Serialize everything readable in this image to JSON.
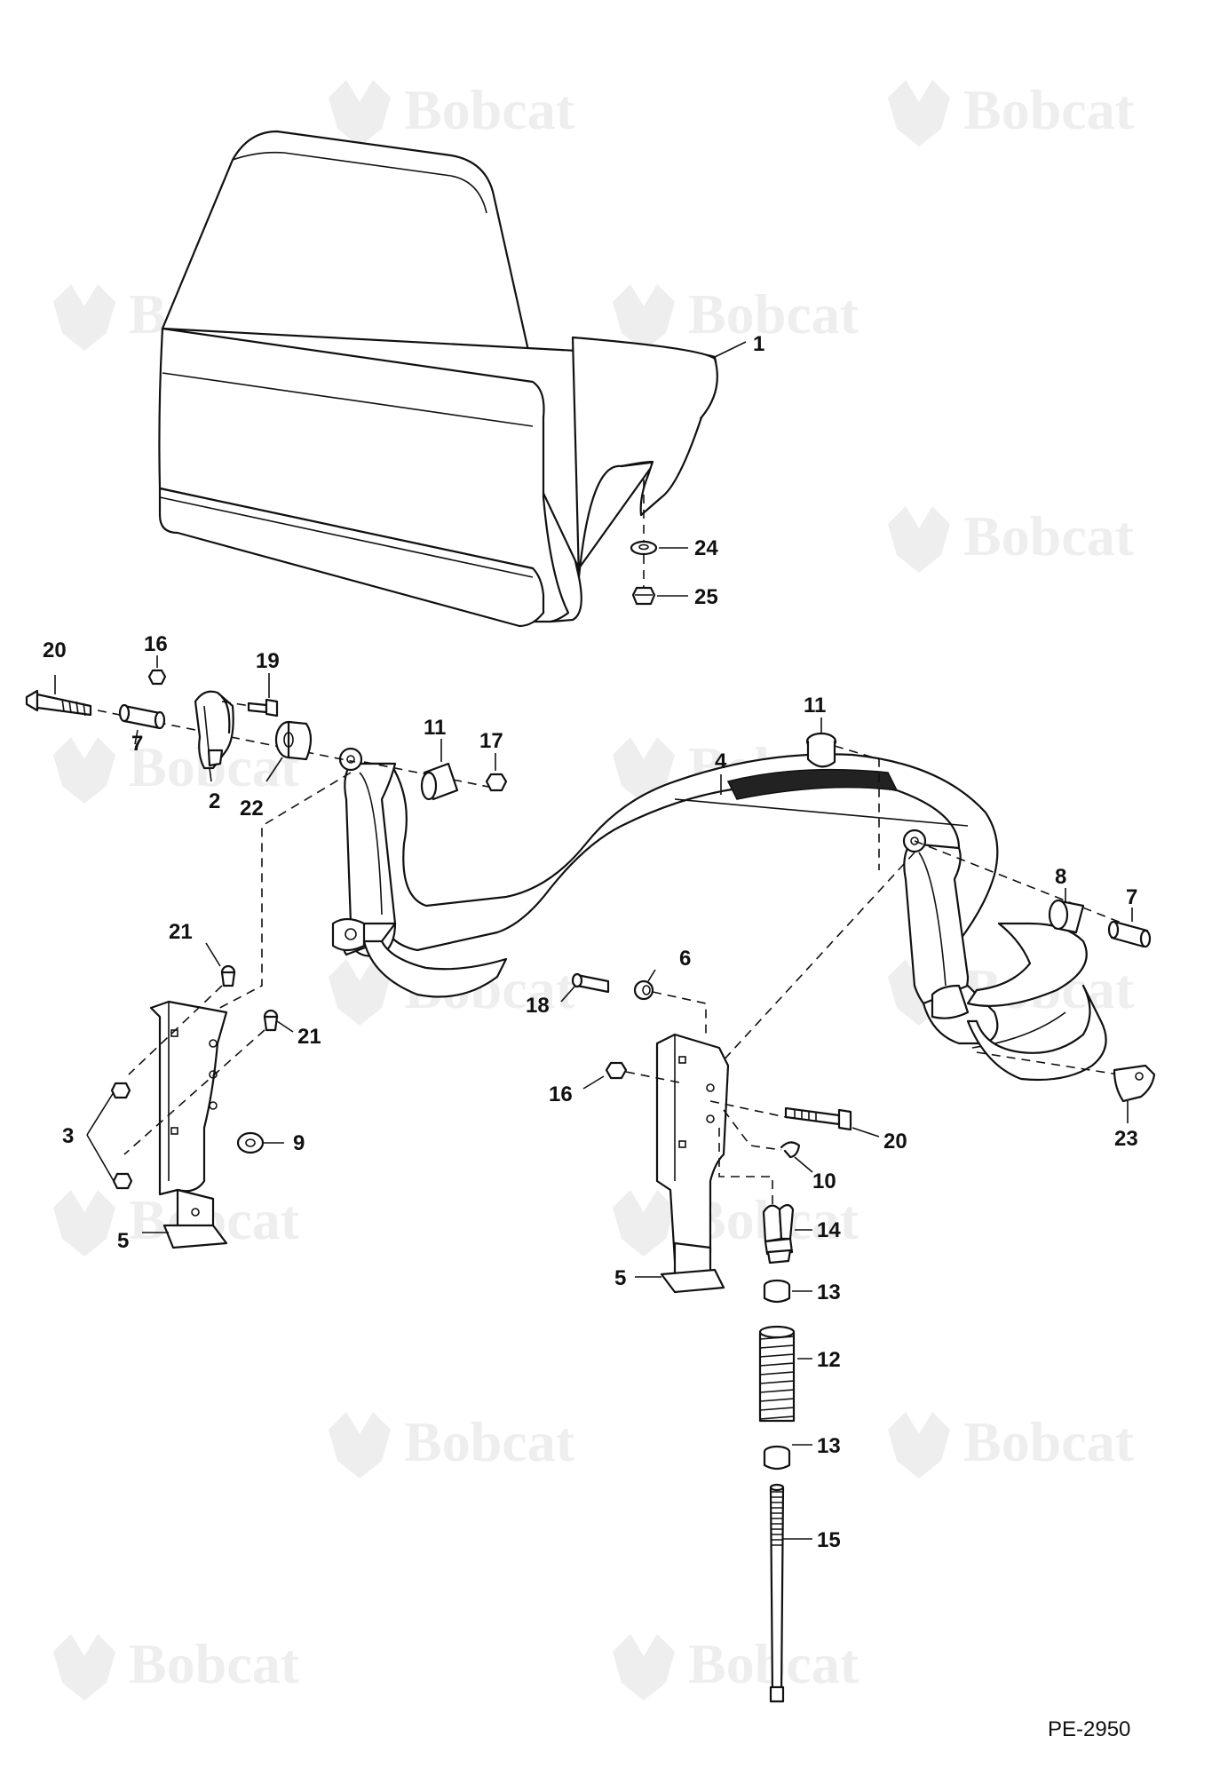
{
  "watermark": {
    "brand_text": "Bobcat",
    "color": "#eeeeee"
  },
  "document": {
    "figure_id": "PE-2950"
  },
  "callouts": [
    {
      "id": "c1",
      "label": "1"
    },
    {
      "id": "c2",
      "label": "2"
    },
    {
      "id": "c3",
      "label": "3"
    },
    {
      "id": "c4",
      "label": "4"
    },
    {
      "id": "c5a",
      "label": "5"
    },
    {
      "id": "c5b",
      "label": "5"
    },
    {
      "id": "c6",
      "label": "6"
    },
    {
      "id": "c7a",
      "label": "7"
    },
    {
      "id": "c7b",
      "label": "7"
    },
    {
      "id": "c8",
      "label": "8"
    },
    {
      "id": "c9",
      "label": "9"
    },
    {
      "id": "c10",
      "label": "10"
    },
    {
      "id": "c11a",
      "label": "11"
    },
    {
      "id": "c11b",
      "label": "11"
    },
    {
      "id": "c12",
      "label": "12"
    },
    {
      "id": "c13a",
      "label": "13"
    },
    {
      "id": "c13b",
      "label": "13"
    },
    {
      "id": "c14",
      "label": "14"
    },
    {
      "id": "c15",
      "label": "15"
    },
    {
      "id": "c16a",
      "label": "16"
    },
    {
      "id": "c16b",
      "label": "16"
    },
    {
      "id": "c17",
      "label": "17"
    },
    {
      "id": "c18",
      "label": "18"
    },
    {
      "id": "c19",
      "label": "19"
    },
    {
      "id": "c20a",
      "label": "20"
    },
    {
      "id": "c20b",
      "label": "20"
    },
    {
      "id": "c21a",
      "label": "21"
    },
    {
      "id": "c21b",
      "label": "21"
    },
    {
      "id": "c22",
      "label": "22"
    },
    {
      "id": "c23",
      "label": "23"
    },
    {
      "id": "c24",
      "label": "24"
    },
    {
      "id": "c25",
      "label": "25"
    }
  ]
}
